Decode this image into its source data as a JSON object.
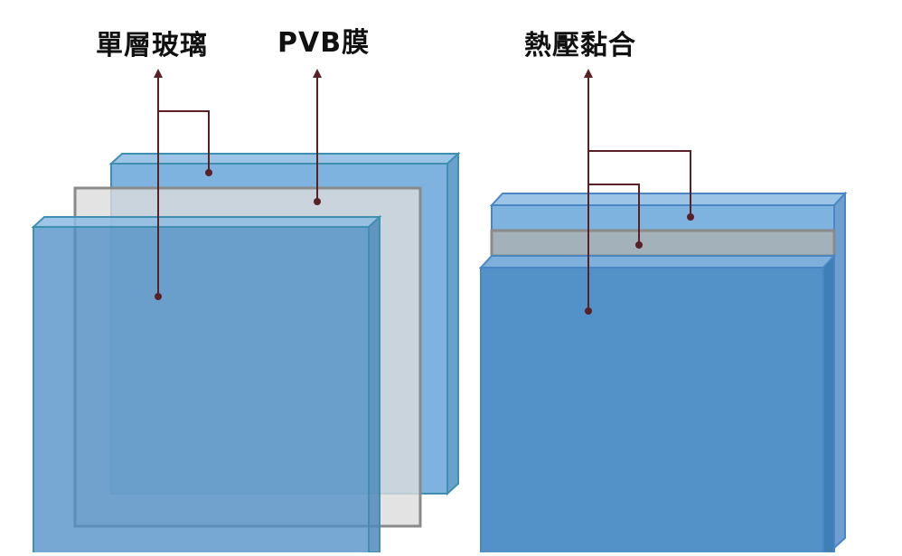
{
  "labels": {
    "single_glass": "單層玻璃",
    "pvb_film": "PVB膜",
    "heat_press": "熱壓黏合"
  },
  "colors": {
    "glass_light": "#7fb3df",
    "glass_dark": "#5292c8",
    "glass_edge": "#3f7fa7",
    "pvb_fill": "#dedede",
    "pvb_edge": "#8a8a8a",
    "leader": "#5a2026"
  }
}
